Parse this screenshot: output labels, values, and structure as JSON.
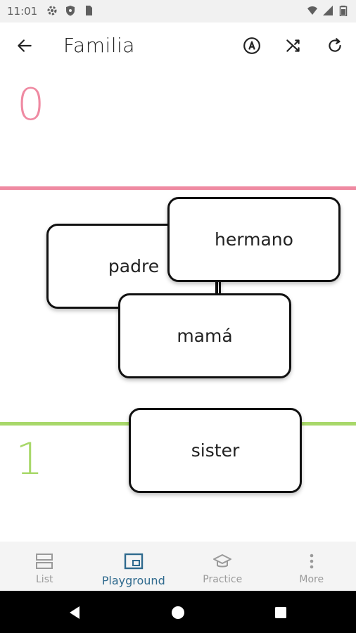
{
  "status_bar": {
    "time": "11:01",
    "left_icons": [
      "settings-icon",
      "shield-icon",
      "sim-card-icon"
    ],
    "right_icons": [
      "wifi-icon",
      "signal-icon",
      "battery-icon"
    ]
  },
  "app_bar": {
    "title": "Familia",
    "actions": [
      "alphabet-a-icon",
      "shuffle-icon",
      "refresh-icon"
    ]
  },
  "scores": {
    "top": "0",
    "bottom": "1",
    "top_color": "#ef8aa2",
    "bottom_color": "#a8d86a"
  },
  "cards": {
    "padre": "padre",
    "hermano": "hermano",
    "mama": "mamá",
    "sister": "sister"
  },
  "bottom_nav": {
    "items": [
      {
        "label": "List",
        "icon": "list-icon"
      },
      {
        "label": "Playground",
        "icon": "playground-icon",
        "active": true
      },
      {
        "label": "Practice",
        "icon": "graduation-cap-icon"
      },
      {
        "label": "More",
        "icon": "more-vertical-icon"
      }
    ],
    "active_color": "#2f6a8e"
  }
}
